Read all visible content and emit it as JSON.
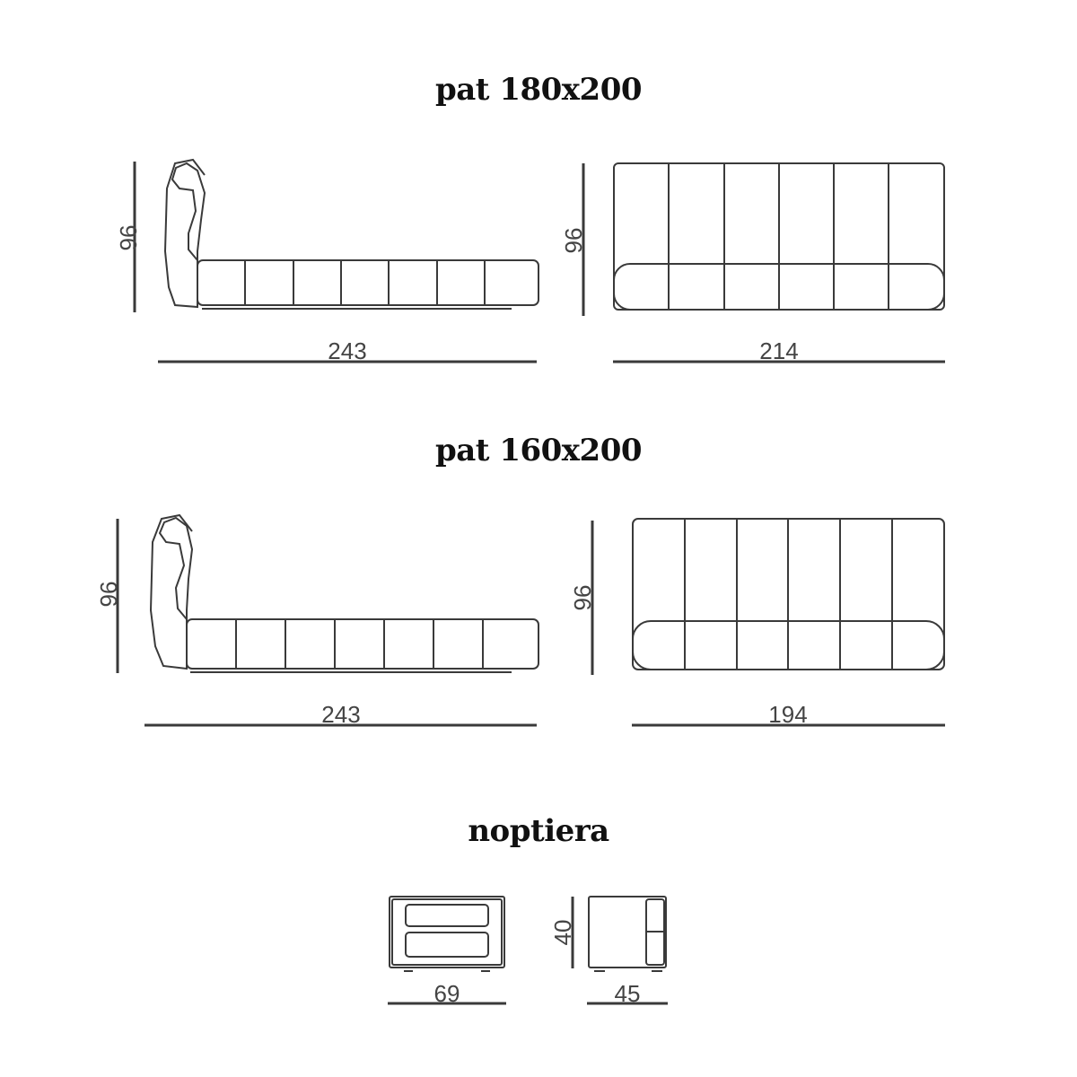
{
  "sections": [
    {
      "title": "pat 180x200",
      "side": {
        "height": "96",
        "length": "243"
      },
      "front": {
        "height": "96",
        "width": "214"
      }
    },
    {
      "title": "pat 160x200",
      "side": {
        "height": "96",
        "length": "243"
      },
      "front": {
        "height": "96",
        "width": "194"
      }
    },
    {
      "title": "noptiera",
      "front": {
        "width": "69"
      },
      "side": {
        "height": "40",
        "depth": "45"
      }
    }
  ],
  "colors": {
    "line": "#3a3a3a",
    "text": "#111111"
  }
}
